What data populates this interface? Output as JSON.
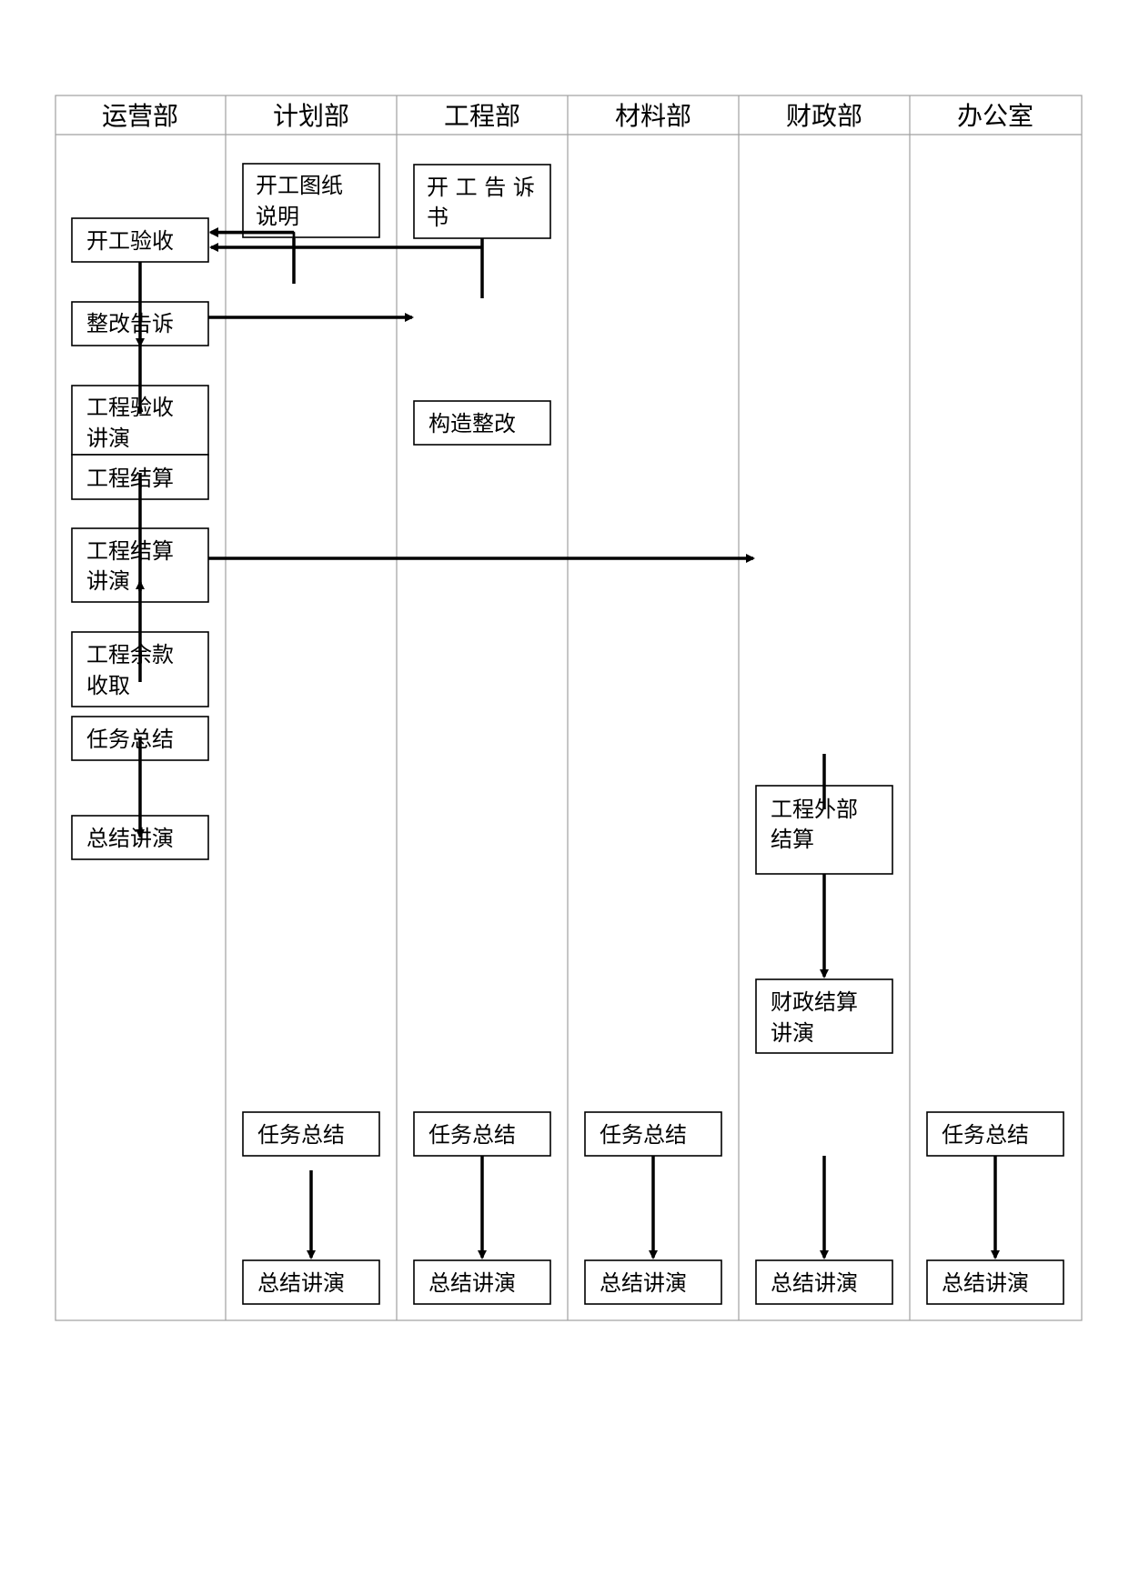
{
  "lanes": [
    "运营部",
    "计划部",
    "工程部",
    "材料部",
    "财政部",
    "办公室"
  ],
  "boxes": {
    "plan_drawing": {
      "lines": [
        "开工图纸",
        "说明"
      ]
    },
    "eng_notice": {
      "lines": [
        "开 工 告 诉",
        "书"
      ]
    },
    "ops_start_accept": {
      "lines": [
        "开工验收"
      ]
    },
    "ops_rectify": {
      "lines": [
        "整改告诉"
      ]
    },
    "ops_eng_accept": {
      "lines": [
        "工程验收",
        "讲演"
      ]
    },
    "eng_struct_fix": {
      "lines": [
        "构造整改"
      ]
    },
    "ops_settle": {
      "lines": [
        "工程结算"
      ]
    },
    "ops_settle_report": {
      "lines": [
        "工程结算",
        "讲演"
      ]
    },
    "ops_balance": {
      "lines": [
        "工程余款",
        "收取"
      ]
    },
    "ops_task_sum": {
      "lines": [
        "任务总结"
      ]
    },
    "ops_sum_report": {
      "lines": [
        "总结讲演"
      ]
    },
    "fin_external": {
      "lines": [
        "工程外部",
        "结算"
      ]
    },
    "fin_report": {
      "lines": [
        "财政结算",
        "讲演"
      ]
    },
    "plan_task": {
      "lines": [
        "任务总结"
      ]
    },
    "eng_task": {
      "lines": [
        "任务总结"
      ]
    },
    "mat_task": {
      "lines": [
        "任务总结"
      ]
    },
    "office_task": {
      "lines": [
        "任务总结"
      ]
    },
    "plan_sum": {
      "lines": [
        "总结讲演"
      ]
    },
    "eng_sum": {
      "lines": [
        "总结讲演"
      ]
    },
    "mat_sum": {
      "lines": [
        "总结讲演"
      ]
    },
    "fin_sum": {
      "lines": [
        "总结讲演"
      ]
    },
    "office_sum": {
      "lines": [
        "总结讲演"
      ]
    }
  }
}
